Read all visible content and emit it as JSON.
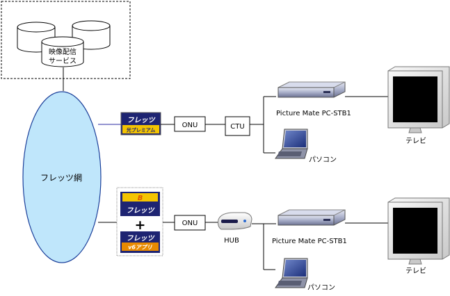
{
  "service": {
    "label_line1": "映像配信",
    "label_line2": "サービス"
  },
  "network": {
    "label": "フレッツ網"
  },
  "route_top": {
    "badge_top": "フレッツ",
    "badge_bottom": "光プレミアム",
    "onu": "ONU",
    "ctu": "CTU",
    "stb": "Picture Mate PC-STB1",
    "tv": "テレビ",
    "pc": "パソコン"
  },
  "route_bottom": {
    "badge1_top": "B",
    "badge1_bottom": "フレッツ",
    "plus": "+",
    "badge2_top": "フレッツ",
    "badge2_bottom": "v6アプリ",
    "onu": "ONU",
    "hub": "HUB",
    "stb": "Picture Mate PC-STB1",
    "tv": "テレビ",
    "pc": "パソコン"
  },
  "colors": {
    "cloud_fill": "#bfe6fb",
    "cloud_stroke": "#1b3f9a",
    "badge_navy": "#1e2472",
    "badge_yellow": "#f4c400",
    "badge_orange": "#e88a00",
    "link_blue": "#2a2aa0",
    "line": "#000000"
  }
}
